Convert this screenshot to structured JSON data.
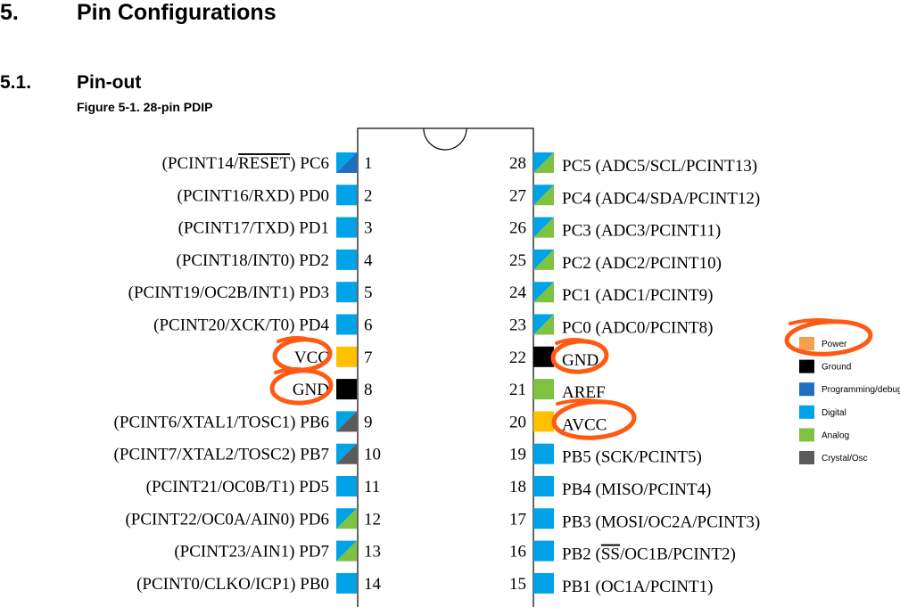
{
  "section": {
    "number": "5.",
    "title": "Pin Configurations"
  },
  "subsection": {
    "number": "5.1.",
    "title": "Pin-out"
  },
  "figure_caption": "Figure 5-1.  28-pin PDIP",
  "colors": {
    "power": "#ffc000",
    "ground": "#000000",
    "programming": "#1f6fc0",
    "digital": "#00a2e8",
    "analog": "#7fc241",
    "crystal": "#5b5b5b",
    "annotation": "#ff5a14",
    "legend_power": "#f7a04b"
  },
  "left_pins": [
    {
      "num": "1",
      "prefix": "(PCINT14/",
      "overbar": "RESET",
      "suffix": ") PC6",
      "type": "programming-digital"
    },
    {
      "num": "2",
      "label": "(PCINT16/RXD) PD0",
      "type": "digital"
    },
    {
      "num": "3",
      "label": "(PCINT17/TXD) PD1",
      "type": "digital"
    },
    {
      "num": "4",
      "label": "(PCINT18/INT0) PD2",
      "type": "digital"
    },
    {
      "num": "5",
      "label": "(PCINT19/OC2B/INT1) PD3",
      "type": "digital"
    },
    {
      "num": "6",
      "label": "(PCINT20/XCK/T0) PD4",
      "type": "digital"
    },
    {
      "num": "7",
      "label": "VCC",
      "type": "power"
    },
    {
      "num": "8",
      "label": "GND",
      "type": "ground"
    },
    {
      "num": "9",
      "label": "(PCINT6/XTAL1/TOSC1) PB6",
      "type": "crystal-digital"
    },
    {
      "num": "10",
      "label": "(PCINT7/XTAL2/TOSC2) PB7",
      "type": "crystal-digital"
    },
    {
      "num": "11",
      "label": "(PCINT21/OC0B/T1) PD5",
      "type": "digital"
    },
    {
      "num": "12",
      "label": "(PCINT22/OC0A/AIN0) PD6",
      "type": "analog-digital"
    },
    {
      "num": "13",
      "label": "(PCINT23/AIN1) PD7",
      "type": "analog-digital"
    },
    {
      "num": "14",
      "label": "(PCINT0/CLKO/ICP1) PB0",
      "type": "digital"
    }
  ],
  "right_pins": [
    {
      "num": "28",
      "label": "PC5 (ADC5/SCL/PCINT13)",
      "type": "analog-digital"
    },
    {
      "num": "27",
      "label": "PC4 (ADC4/SDA/PCINT12)",
      "type": "analog-digital"
    },
    {
      "num": "26",
      "label": "PC3 (ADC3/PCINT11)",
      "type": "analog-digital"
    },
    {
      "num": "25",
      "label": "PC2 (ADC2/PCINT10)",
      "type": "analog-digital"
    },
    {
      "num": "24",
      "label": "PC1 (ADC1/PCINT9)",
      "type": "analog-digital"
    },
    {
      "num": "23",
      "label": "PC0 (ADC0/PCINT8)",
      "type": "analog-digital"
    },
    {
      "num": "22",
      "label": "GND",
      "type": "ground"
    },
    {
      "num": "21",
      "label": "AREF",
      "type": "analog"
    },
    {
      "num": "20",
      "label": "AVCC",
      "type": "power"
    },
    {
      "num": "19",
      "label": "PB5 (SCK/PCINT5)",
      "type": "digital"
    },
    {
      "num": "18",
      "label": "PB4 (MISO/PCINT4)",
      "type": "digital"
    },
    {
      "num": "17",
      "label": "PB3 (MOSI/OC2A/PCINT3)",
      "type": "digital"
    },
    {
      "num": "16",
      "prefix": "PB2 (",
      "overbar": "SS",
      "suffix": "/OC1B/PCINT2)",
      "type": "digital"
    },
    {
      "num": "15",
      "label": "PB1 (OC1A/PCINT1)",
      "type": "digital"
    }
  ],
  "legend": [
    {
      "label": "Power",
      "color": "#f7a04b"
    },
    {
      "label": "Ground",
      "color": "#000000"
    },
    {
      "label": "Programming/debug",
      "color": "#1f6fc0"
    },
    {
      "label": "Digital",
      "color": "#00a2e8"
    },
    {
      "label": "Analog",
      "color": "#7fc241"
    },
    {
      "label": "Crystal/Osc",
      "color": "#5b5b5b"
    }
  ]
}
